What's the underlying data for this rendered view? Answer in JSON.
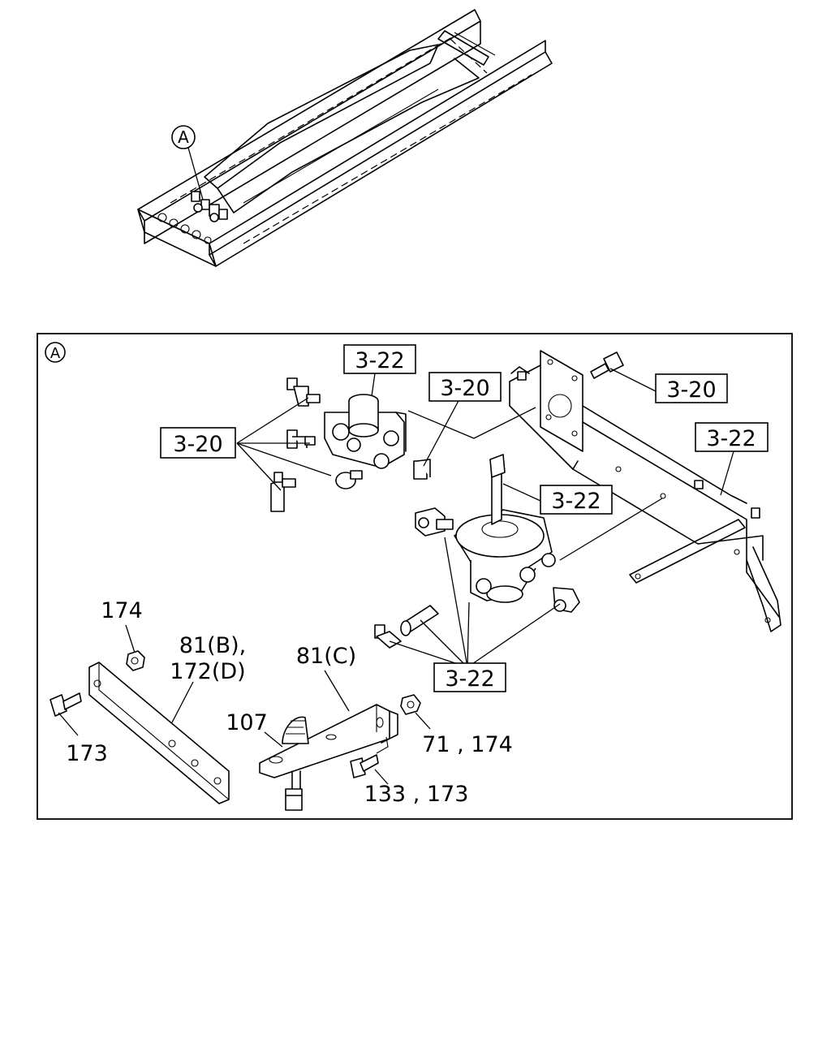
{
  "view_marker": "A",
  "detail_marker": "A",
  "labels": {
    "ref_322_top": "3-22",
    "ref_320_left": "3-20",
    "ref_320_mid": "3-20",
    "ref_320_right": "3-20",
    "ref_322_right": "3-22",
    "ref_322_center": "3-22",
    "ref_322_bottom": "3-22",
    "p174": "174",
    "p81b": "81(B),",
    "p172d": "172(D)",
    "p81c": "81(C)",
    "p107": "107",
    "p173": "173",
    "p71_174": "71 , 174",
    "p133_173": "133 , 173"
  }
}
